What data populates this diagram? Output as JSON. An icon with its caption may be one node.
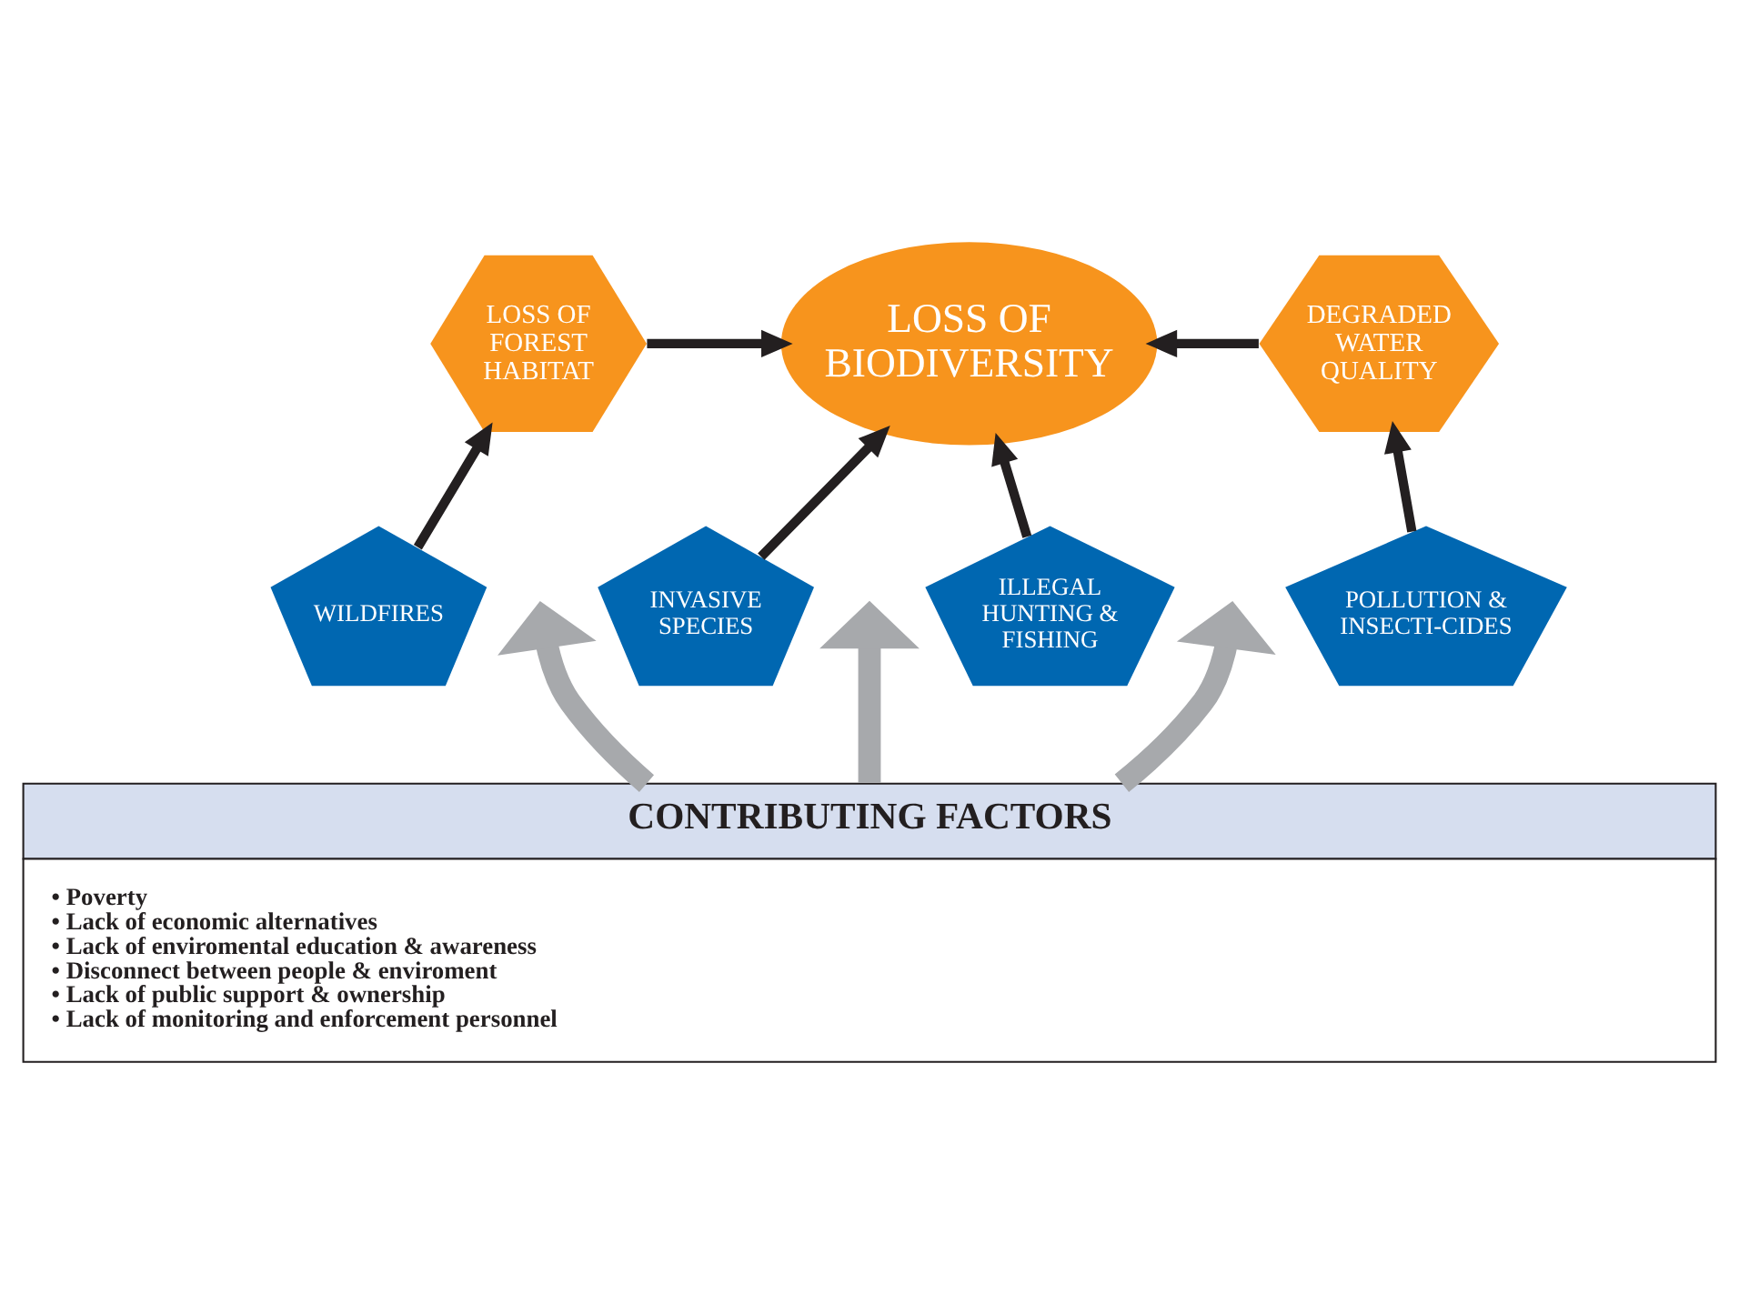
{
  "diagram": {
    "nodes": [
      {
        "text": [
          "LOSS OF BIODIVERSITY"
        ]
      },
      {
        "text": [
          "LOSS OF FOREST HABITAT"
        ]
      },
      {
        "text": [
          "DEGRADED WATER QUALITY"
        ]
      },
      {
        "text": [
          "WILDFIRES"
        ]
      },
      {
        "text": [
          "INVASIVE SPECIES"
        ]
      },
      {
        "text": [
          "ILLEGAL HUNTING & FISHING"
        ]
      },
      {
        "text": [
          "POLLUTION & INSECTI-CIDES"
        ]
      },
      {
        "text": [
          "CONTRIBUTING FACTORS",
          "• Poverty",
          "• Lack of economic alternatives",
          "• Lack of enviromental education & awareness",
          "• Disconnect between people & enviroment",
          "• Lack of public support & ownership",
          "• Lack of monitoring and enforcement personnel"
        ]
      }
    ],
    "edges": [
      {
        "from": 1,
        "to": 0,
        "arrow": "to"
      },
      {
        "from": 2,
        "to": 0,
        "arrow": "to"
      },
      {
        "from": 3,
        "to": 1,
        "arrow": "to"
      },
      {
        "from": 4,
        "to": 0,
        "arrow": "to"
      },
      {
        "from": 5,
        "to": 0,
        "arrow": "to"
      },
      {
        "from": 6,
        "to": 2,
        "arrow": "to"
      },
      {
        "from": 7,
        "to": null,
        "arrow": "to",
        "style": "thick",
        "color": "#a7a9ac"
      },
      {
        "from": 7,
        "to": null,
        "arrow": "to",
        "style": "thick",
        "color": "#a7a9ac"
      },
      {
        "from": 7,
        "to": null,
        "arrow": "to",
        "style": "thick",
        "color": "#a7a9ac"
      }
    ]
  }
}
